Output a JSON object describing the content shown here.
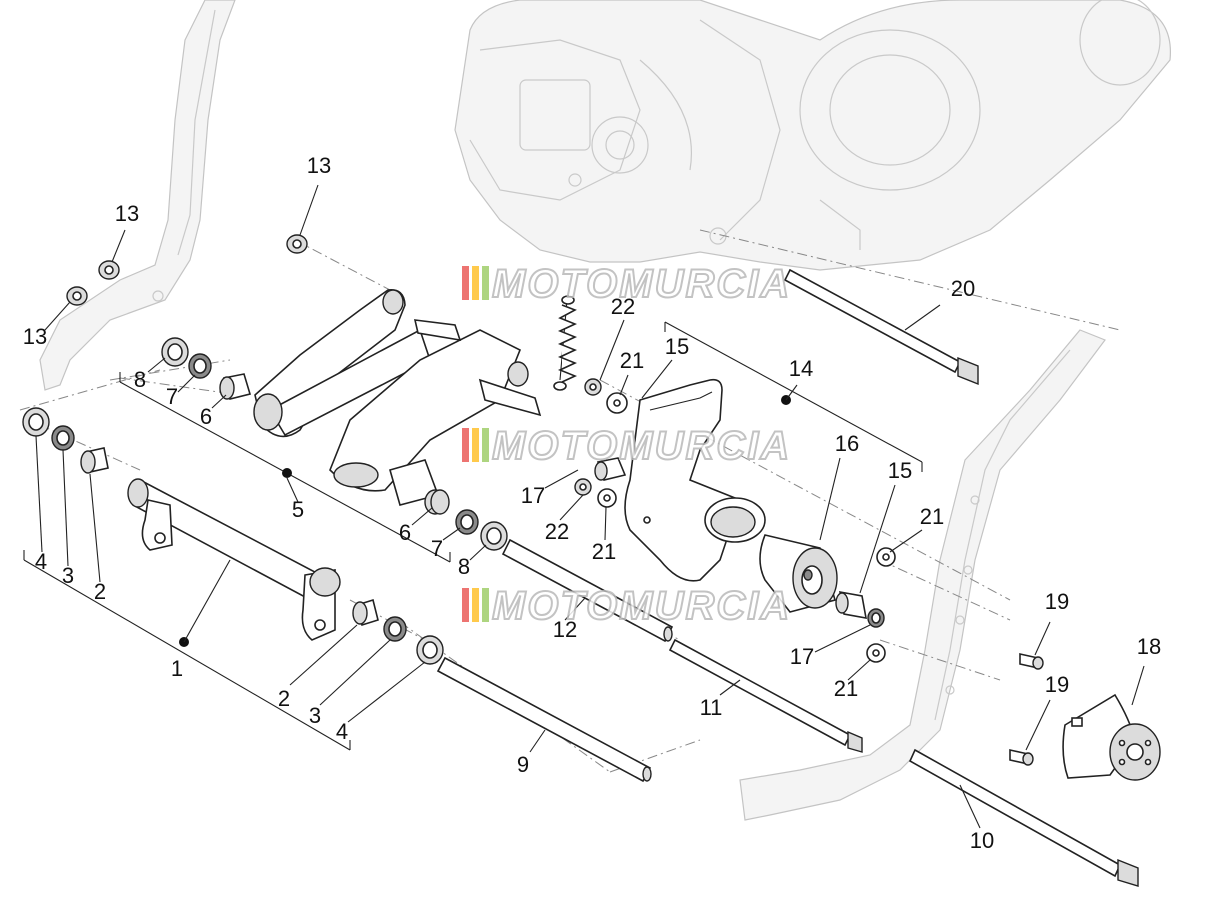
{
  "diagram": {
    "watermark_text": "MOTOMURCIA",
    "watermark_colors": [
      "#e53935",
      "#ffb300",
      "#8bc34a"
    ],
    "callouts": [
      {
        "id": "c13a",
        "label": "13"
      },
      {
        "id": "c13b",
        "label": "13"
      },
      {
        "id": "c13c",
        "label": "13"
      },
      {
        "id": "c8a",
        "label": "8"
      },
      {
        "id": "c7a",
        "label": "7"
      },
      {
        "id": "c6a",
        "label": "6"
      },
      {
        "id": "c5",
        "label": "5"
      },
      {
        "id": "c6b",
        "label": "6"
      },
      {
        "id": "c7b",
        "label": "7"
      },
      {
        "id": "c8b",
        "label": "8"
      },
      {
        "id": "c4a",
        "label": "4"
      },
      {
        "id": "c3a",
        "label": "3"
      },
      {
        "id": "c2a",
        "label": "2"
      },
      {
        "id": "c1",
        "label": "1"
      },
      {
        "id": "c2b",
        "label": "2"
      },
      {
        "id": "c3b",
        "label": "3"
      },
      {
        "id": "c4b",
        "label": "4"
      },
      {
        "id": "c9",
        "label": "9"
      },
      {
        "id": "c12",
        "label": "12"
      },
      {
        "id": "c11",
        "label": "11"
      },
      {
        "id": "c22a",
        "label": "22"
      },
      {
        "id": "c21a",
        "label": "21"
      },
      {
        "id": "c15a",
        "label": "15"
      },
      {
        "id": "c14",
        "label": "14"
      },
      {
        "id": "c20",
        "label": "20"
      },
      {
        "id": "c17a",
        "label": "17"
      },
      {
        "id": "c22b",
        "label": "22"
      },
      {
        "id": "c21b",
        "label": "21"
      },
      {
        "id": "c16",
        "label": "16"
      },
      {
        "id": "c15b",
        "label": "15"
      },
      {
        "id": "c21c",
        "label": "21"
      },
      {
        "id": "c17b",
        "label": "17"
      },
      {
        "id": "c21d",
        "label": "21"
      },
      {
        "id": "c19a",
        "label": "19"
      },
      {
        "id": "c19b",
        "label": "19"
      },
      {
        "id": "c18",
        "label": "18"
      },
      {
        "id": "c10",
        "label": "10"
      }
    ]
  }
}
